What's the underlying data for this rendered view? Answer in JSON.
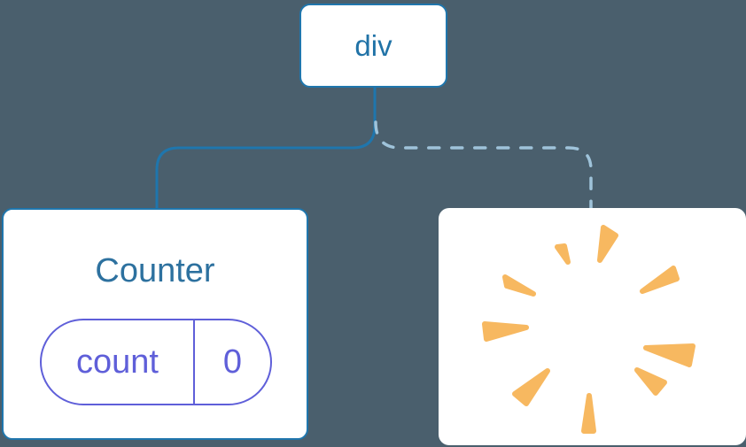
{
  "diagram": {
    "root_node": {
      "label": "div"
    },
    "children": [
      {
        "label": "Counter",
        "state": {
          "key": "count",
          "value": "0"
        },
        "link_style": "solid",
        "status": "preserved"
      },
      {
        "label": "",
        "icon": "poof-icon",
        "link_style": "dashed",
        "status": "removed"
      }
    ]
  },
  "colors": {
    "background": "#4a5f6d",
    "node_bg": "#ffffff",
    "node_border": "#1f76ad",
    "node_text": "#2173a7",
    "title_text": "#2d719f",
    "solid_link": "#1f76ad",
    "dashed_link": "#9fc3da",
    "state_accent": "#5f5fd9",
    "poof_orange": "#f7b860"
  }
}
